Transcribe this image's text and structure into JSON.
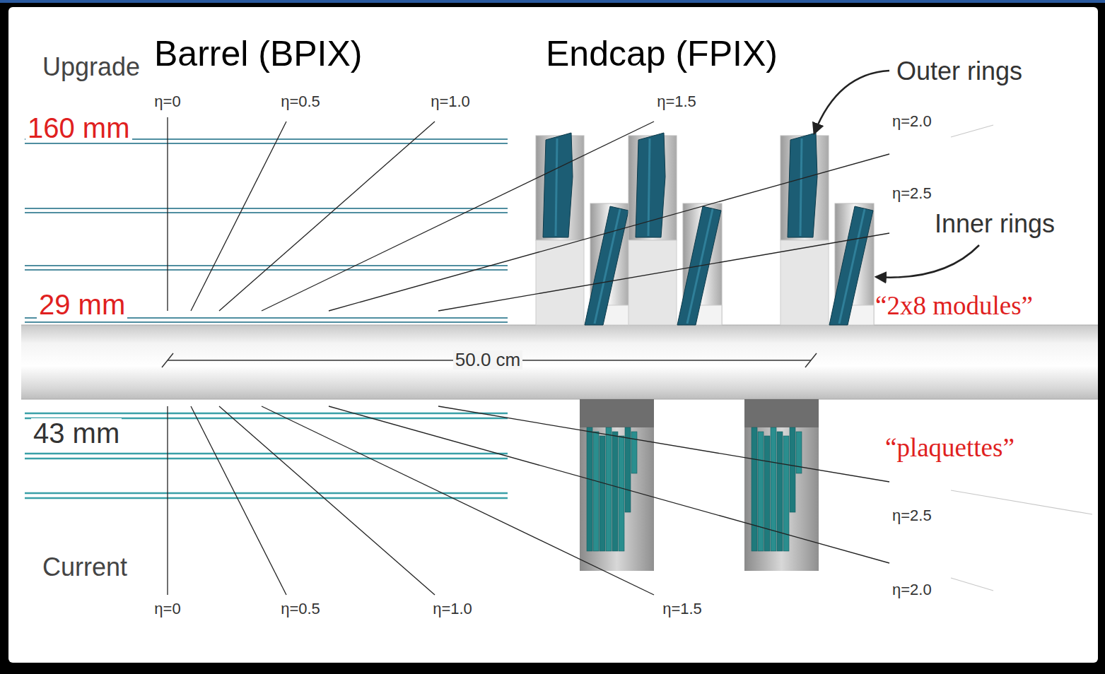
{
  "diagram": {
    "labels": [
      "Upgrade",
      "Barrel (BPIX)",
      "Endcap (FPIX)",
      "Outer rings",
      "η=0",
      "η=0.5",
      "η=1.0",
      "η=1.5",
      "η=2.0",
      "160 mm",
      "η=2.5",
      "Inner rings",
      "29 mm",
      "“2x8 modules”",
      "50.0 cm",
      "43 mm",
      "“plaquettes”",
      "η=2.5",
      "Current",
      "η=2.0",
      "η=0",
      "η=0.5",
      "η=1.0",
      "η=1.5"
    ]
  }
}
